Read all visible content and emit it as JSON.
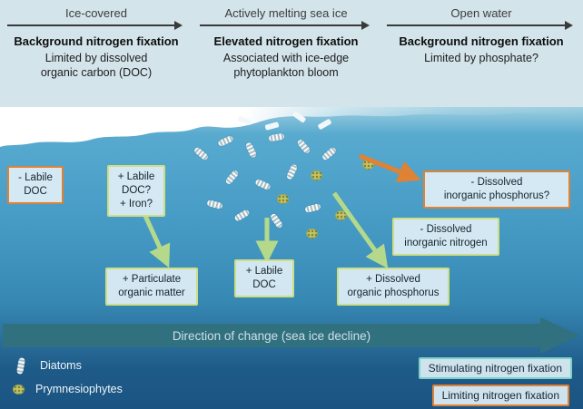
{
  "colors": {
    "limiting": "#E08233",
    "stimulating": "#CEDE83",
    "stimulating-legend": "#7FD0C6",
    "arrow-green": "#B5D98B",
    "arrow-orange": "#E08233",
    "direction-arrow": "#30707F"
  },
  "icons": {
    "diatom": "white striped rod",
    "prymnesiophyte": "olive dotted sphere",
    "zone-arrow": "right arrow line",
    "direction-arrow": "large right-pointing block arrow"
  },
  "zones": [
    {
      "label": "Ice-covered",
      "title": "Background nitrogen fixation",
      "subtitle": "Limited by dissolved\norganic carbon (DOC)"
    },
    {
      "label": "Actively melting sea ice",
      "title": "Elevated nitrogen fixation",
      "subtitle": "Associated with ice-edge\nphytoplankton bloom"
    },
    {
      "label": "Open water",
      "title": "Background nitrogen fixation",
      "subtitle": "Limited by phosphate?"
    }
  ],
  "water_boxes": {
    "labile_doc_minus": "- Labile\nDOC",
    "labile_doc_iron_plus": "+ Labile\nDOC?\n+ Iron?",
    "dip_minus": "- Dissolved\ninorganic phosphorus?",
    "din_minus": "- Dissolved\ninorganic nitrogen",
    "pom_plus": "+ Particulate\norganic matter",
    "labile_doc_plus": "+ Labile\nDOC",
    "dop_plus": "+ Dissolved\norganic phosphorus"
  },
  "direction_arrow": {
    "label": "Direction of change (sea ice decline)"
  },
  "legend": {
    "items": [
      {
        "icon": "diatom-icon",
        "label": "Diatoms"
      },
      {
        "icon": "prymnesiophyte-icon",
        "label": "Prymnesiophytes"
      }
    ],
    "boxes": [
      {
        "label": "Stimulating nitrogen fixation",
        "type": "stimulating"
      },
      {
        "label": "Limiting nitrogen fixation",
        "type": "limiting"
      }
    ]
  }
}
